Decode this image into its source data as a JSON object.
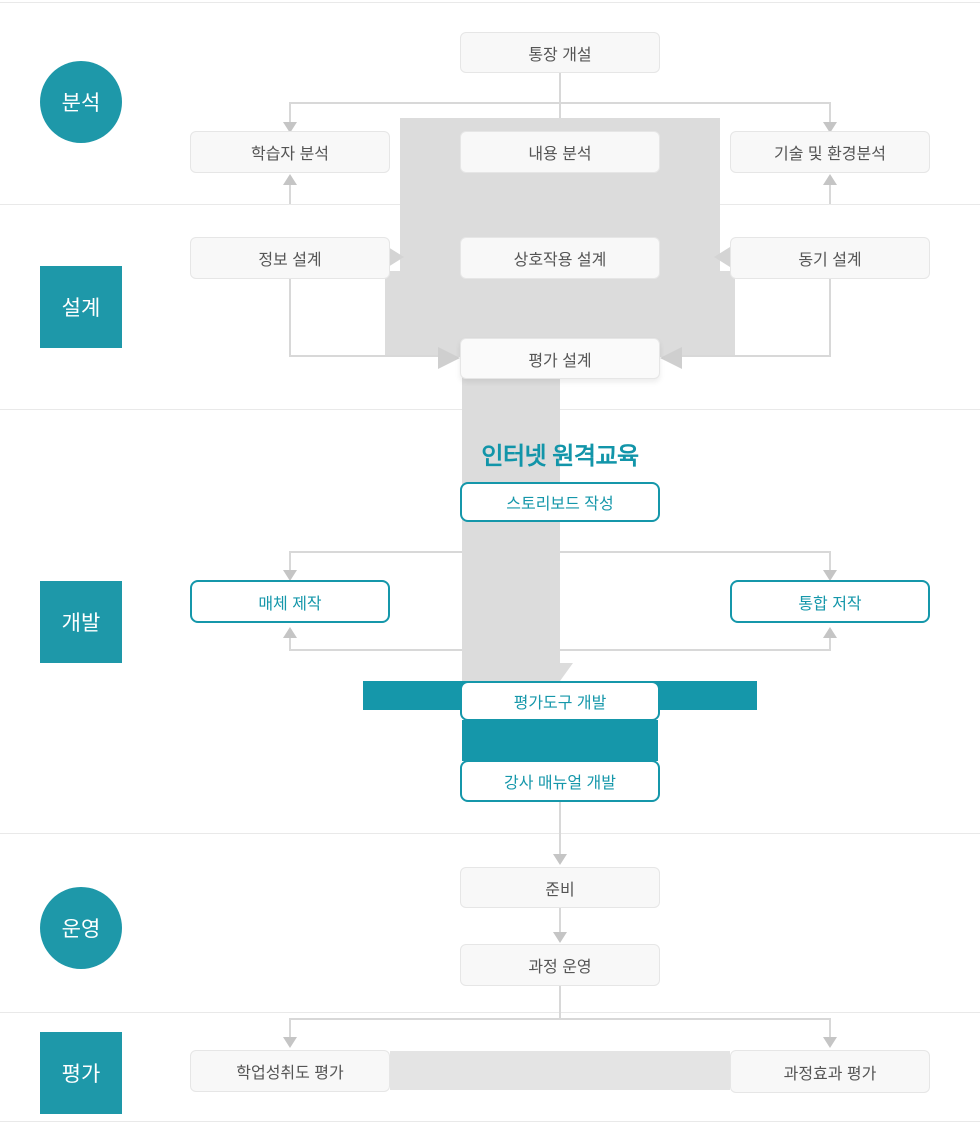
{
  "palette": {
    "teal": "#1597AA",
    "badge_teal": "#1E98A9",
    "shape_gray": "#DCDCDC",
    "line_gray": "#D8D8D8",
    "arrow_gray": "#C5C5C5",
    "box_bg": "#F8F8F8",
    "box_border": "#E6E6E6",
    "box_text": "#555555",
    "band_gray": "#E4E4E4"
  },
  "title": {
    "text": "인터넷 원격교육"
  },
  "sections": {
    "analysis": {
      "label": "분석",
      "shape": "circle"
    },
    "design": {
      "label": "설계",
      "shape": "square"
    },
    "development": {
      "label": "개발",
      "shape": "square"
    },
    "operation": {
      "label": "운영",
      "shape": "circle"
    },
    "evaluation": {
      "label": "평가",
      "shape": "square"
    }
  },
  "nodes": {
    "account_open": "통장 개설",
    "learner_analysis": "학습자 분석",
    "content_analysis": "내용 분석",
    "tech_env_analysis": "기술 및 환경분석",
    "info_design": "정보 설계",
    "interaction_design": "상호작용 설계",
    "motivation_design": "동기 설계",
    "evaluation_design": "평가 설계",
    "storyboard_writing": "스토리보드 작성",
    "media_production": "매체 제작",
    "integrated_authoring": "통합 저작",
    "evaluation_tool_dev": "평가도구 개발",
    "instructor_manual_dev": "강사 매뉴얼 개발",
    "preparation": "준비",
    "course_operation": "과정 운영",
    "achievement_evaluation": "학업성취도 평가",
    "course_effect_evaluation": "과정효과 평가"
  }
}
